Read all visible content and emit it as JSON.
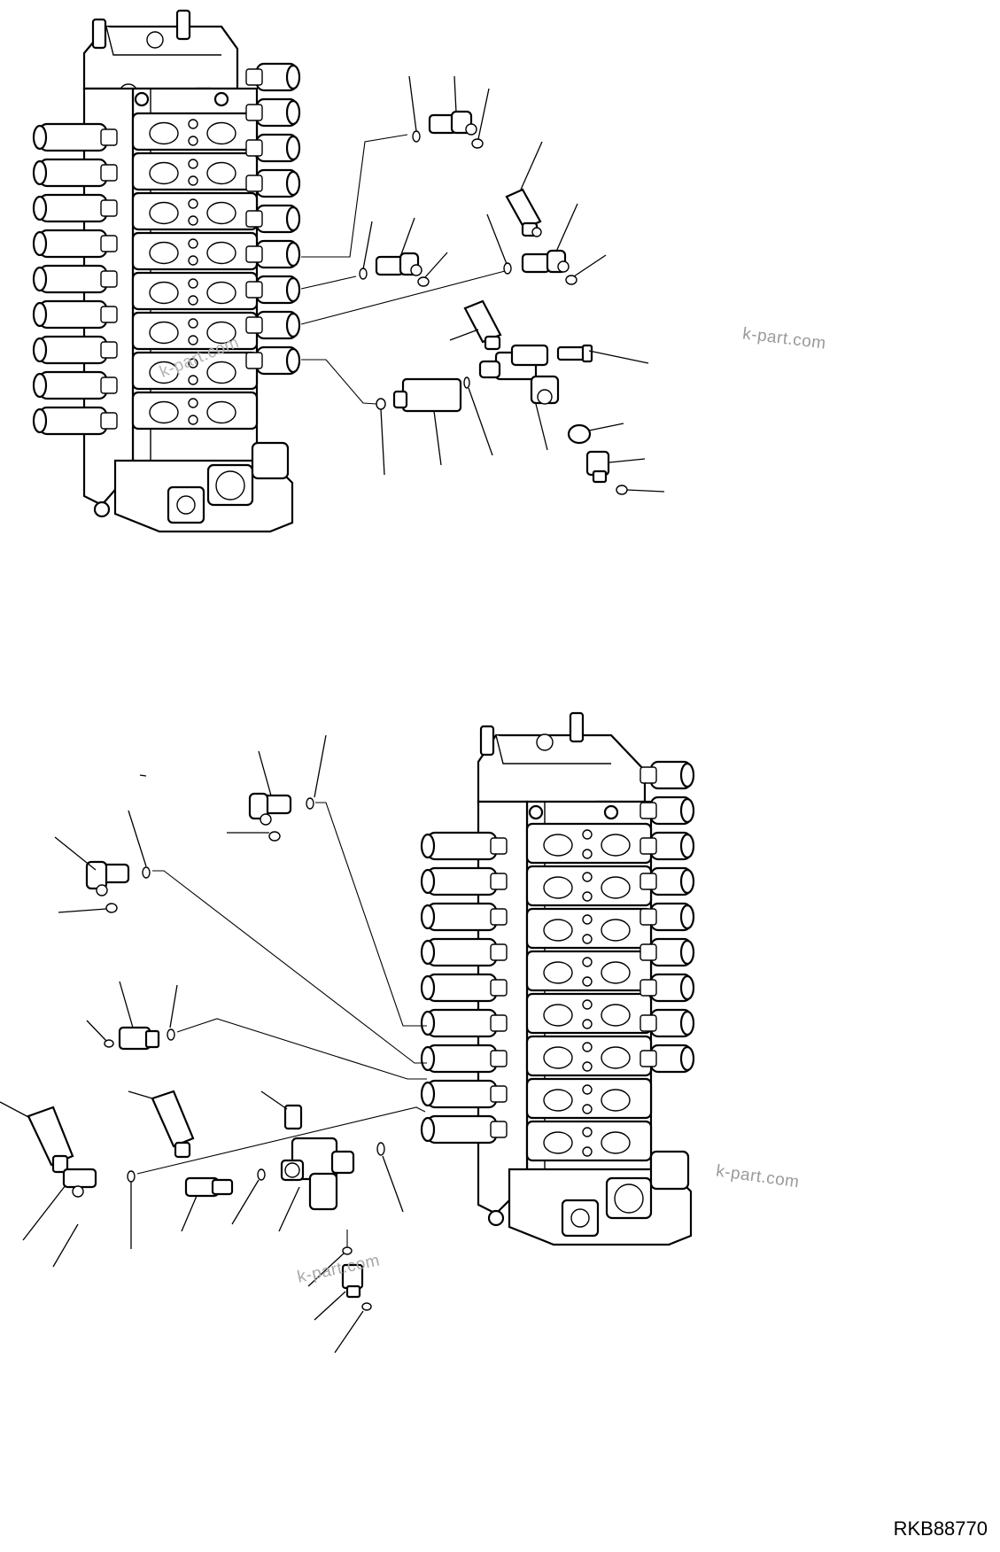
{
  "figure": {
    "drawing_number": "RKB88770",
    "watermarks": [
      "k-part.com",
      "k-part.com",
      "k-part.com",
      "k-part.com"
    ]
  },
  "views": [
    {
      "name": "upper-view",
      "component": "control valve assembly with fittings"
    },
    {
      "name": "lower-view",
      "component": "control valve assembly with fittings"
    }
  ]
}
